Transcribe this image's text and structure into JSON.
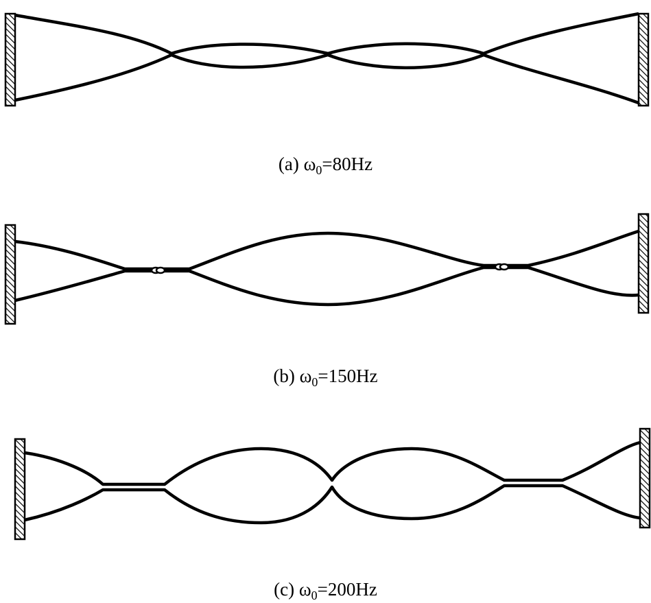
{
  "panels": [
    {
      "id": "a",
      "caption_prefix": "(a) ω",
      "caption_sub": "0",
      "caption_suffix": "=80Hz"
    },
    {
      "id": "b",
      "caption_prefix": "(b) ω",
      "caption_sub": "0",
      "caption_suffix": "=150Hz"
    },
    {
      "id": "c",
      "caption_prefix": "(c) ω",
      "caption_sub": "0",
      "caption_suffix": "=200Hz"
    }
  ],
  "colors": {
    "line": "#000000",
    "background": "#ffffff"
  }
}
